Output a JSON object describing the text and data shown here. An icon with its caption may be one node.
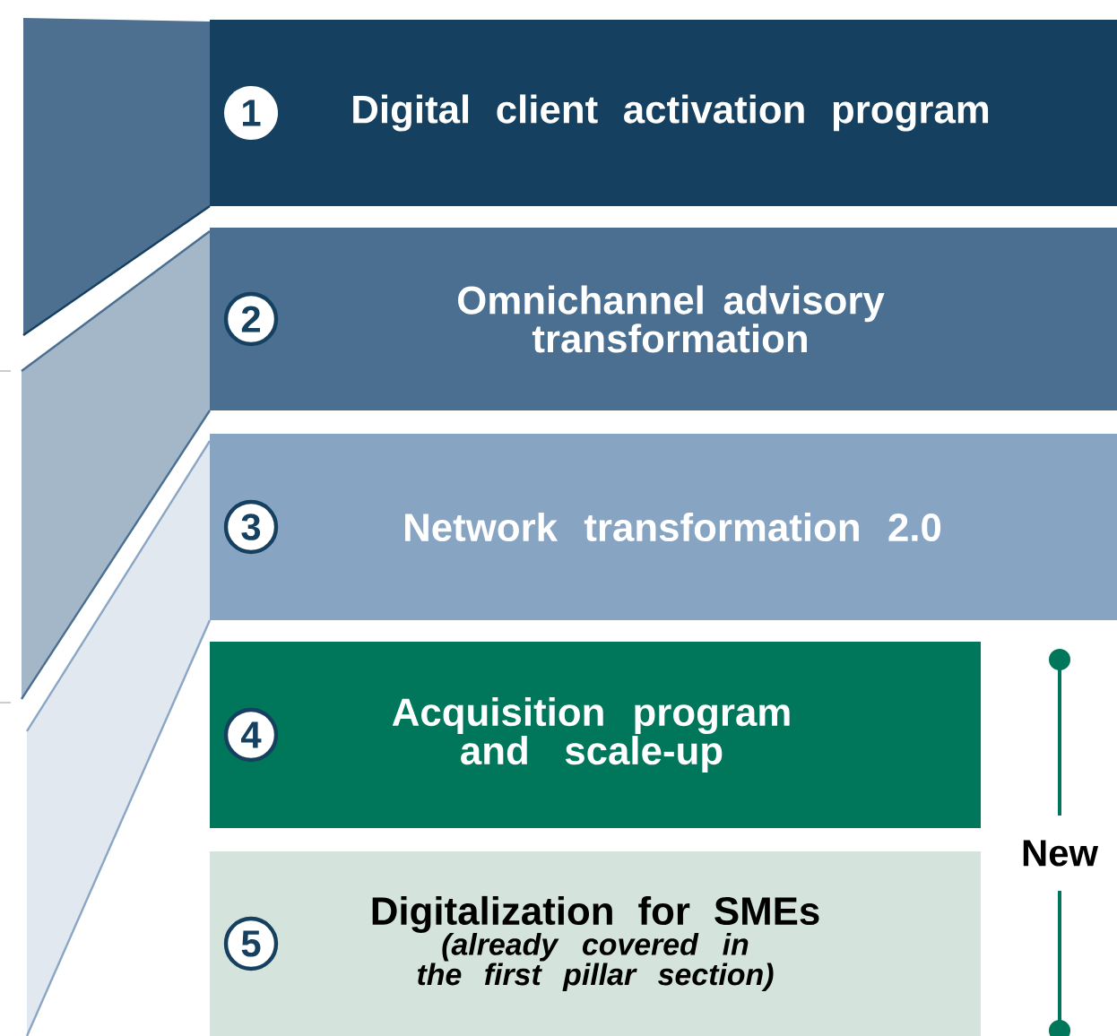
{
  "diagram": {
    "nodes": [
      {
        "text": [
          "1",
          "Digital client activation program"
        ]
      },
      {
        "text": [
          "2",
          "Omnichannel advisory transformation"
        ]
      },
      {
        "text": [
          "3",
          "Network transformation 2.0"
        ]
      },
      {
        "text": [
          "4",
          "Acquisition program and scale-up"
        ]
      },
      {
        "text": [
          "5",
          "Digitalization for SMEs",
          "(already covered in the first pillar section)"
        ]
      }
    ],
    "labels": [
      "New"
    ]
  }
}
